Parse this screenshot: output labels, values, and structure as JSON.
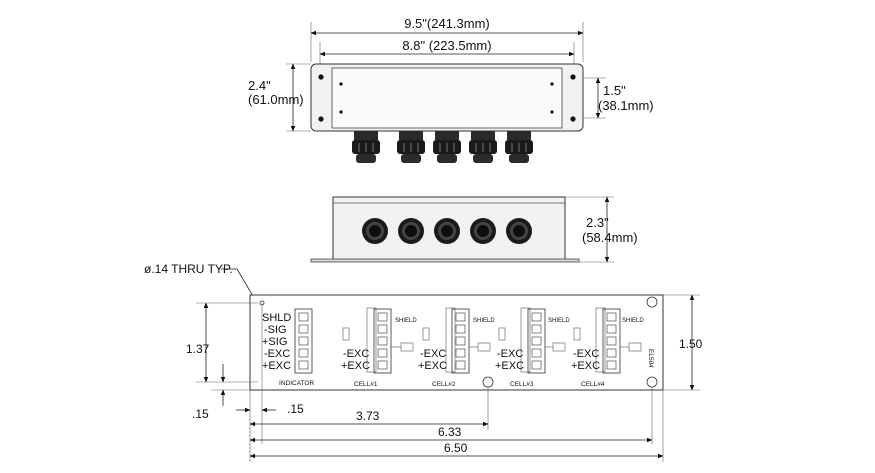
{
  "top_view": {
    "overall_width": "9.5\"(241.3mm)",
    "hole_spacing": "8.8\" (223.5mm)",
    "height_in": "2.4\"",
    "height_mm": "(61.0mm)",
    "inner_height_in": "1.5\"",
    "inner_height_mm": "(38.1mm)"
  },
  "side_view": {
    "depth_in": "2.3\"",
    "depth_mm": "(58.4mm)"
  },
  "board": {
    "hole_note": "ø.14 THRU TYP.",
    "indicator_terms": [
      "SHLD",
      "-SIG",
      "+SIG",
      "-EXC",
      "+EXC"
    ],
    "cell_terms": [
      "-EXC",
      "+EXC"
    ],
    "shield_label": "SHIELD",
    "indicator_label": "INDICATOR",
    "cell_labels": [
      "CELL#1",
      "CELL#2",
      "CELL#3",
      "CELL#4"
    ],
    "part_number": "EL504",
    "dims": {
      "height_left": "1.37",
      "height_right": "1.50",
      "offset_v": ".15",
      "offset_h": ".15",
      "mid": "3.73",
      "hole_span": "6.33",
      "overall": "6.50"
    }
  }
}
